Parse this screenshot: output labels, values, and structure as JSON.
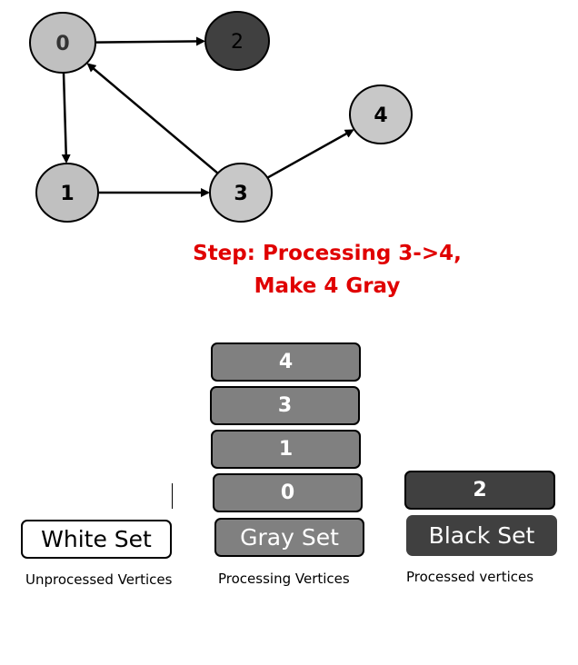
{
  "graph": {
    "nodes": [
      {
        "label": "0",
        "fill": "#c0c0c0",
        "text_color": "#333333"
      },
      {
        "label": "2",
        "fill": "#404040",
        "text_color": "#000000"
      },
      {
        "label": "4",
        "fill": "#c8c8c8",
        "text_color": "#000000"
      },
      {
        "label": "1",
        "fill": "#c0c0c0",
        "text_color": "#000000"
      },
      {
        "label": "3",
        "fill": "#c8c8c8",
        "text_color": "#000000"
      }
    ],
    "edges": [
      {
        "from": "0",
        "to": "2"
      },
      {
        "from": "0",
        "to": "1"
      },
      {
        "from": "1",
        "to": "3"
      },
      {
        "from": "3",
        "to": "0"
      },
      {
        "from": "3",
        "to": "4"
      }
    ]
  },
  "step": {
    "line1": "Step: Processing 3->4,",
    "line2": "Make 4 Gray",
    "color": "#e00000"
  },
  "sets": {
    "white": {
      "label": "White Set",
      "caption": "Unprocessed Vertices",
      "items": []
    },
    "gray": {
      "label": "Gray Set",
      "caption": "Processing Vertices",
      "items": [
        "4",
        "3",
        "1",
        "0"
      ],
      "color": "#808080"
    },
    "black": {
      "label": "Black Set",
      "caption": "Processed vertices",
      "items": [
        "2"
      ],
      "color": "#404040"
    }
  }
}
